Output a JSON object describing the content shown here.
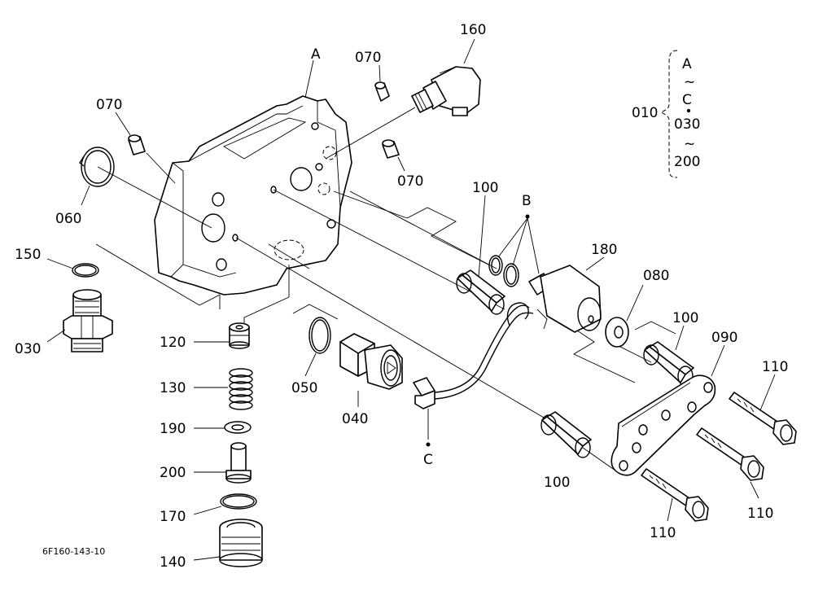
{
  "diagram_code": "6F160-143-10",
  "callouts": {
    "A": "A",
    "B": "B",
    "C": "C",
    "p010": "010",
    "p030": "030",
    "p040": "040",
    "p050": "050",
    "p060": "060",
    "p070a": "070",
    "p070b": "070",
    "p070c": "070",
    "p080": "080",
    "p090": "090",
    "p100a": "100",
    "p100b": "100",
    "p100c": "100",
    "p110a": "110",
    "p110b": "110",
    "p110c": "110",
    "p120": "120",
    "p130": "130",
    "p140": "140",
    "p150": "150",
    "p160": "160",
    "p170": "170",
    "p180": "180",
    "p190": "190",
    "p200": "200"
  },
  "bracket": {
    "top_a": "A",
    "tilde1": "~",
    "top_c": "C",
    "mid_030": "030",
    "tilde2": "~",
    "bot_200": "200"
  }
}
